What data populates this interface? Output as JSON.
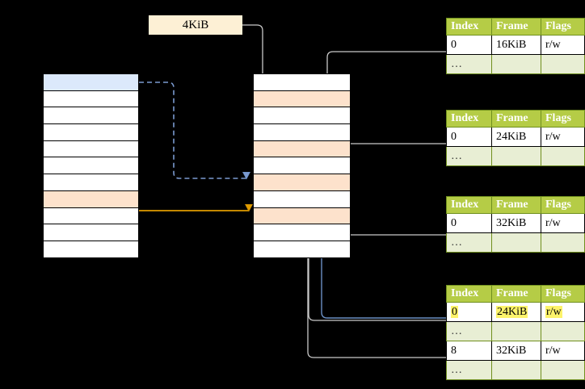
{
  "labels": {
    "page_size": "4KiB"
  },
  "virtual_column": {
    "name": "virtual-address-space",
    "row_count": 11,
    "rows": [
      {
        "fill": "blue"
      },
      {
        "fill": "white"
      },
      {
        "fill": "white"
      },
      {
        "fill": "white"
      },
      {
        "fill": "white"
      },
      {
        "fill": "white"
      },
      {
        "fill": "white"
      },
      {
        "fill": "peach"
      },
      {
        "fill": "white"
      },
      {
        "fill": "white"
      },
      {
        "fill": "white"
      }
    ]
  },
  "physical_column": {
    "name": "physical-memory",
    "row_count": 11,
    "rows": [
      {
        "fill": "white"
      },
      {
        "fill": "peach"
      },
      {
        "fill": "white"
      },
      {
        "fill": "white"
      },
      {
        "fill": "peach"
      },
      {
        "fill": "white"
      },
      {
        "fill": "peach"
      },
      {
        "fill": "white"
      },
      {
        "fill": "peach"
      },
      {
        "fill": "white"
      },
      {
        "fill": "white"
      }
    ]
  },
  "tables": [
    {
      "id": "page-table-1",
      "headers": [
        "Index",
        "Frame",
        "Flags"
      ],
      "rows": [
        {
          "cells": [
            "0",
            "16KiB",
            "r/w"
          ],
          "ellipsis": false,
          "highlight": []
        },
        {
          "cells": [
            "…",
            "",
            ""
          ],
          "ellipsis": true,
          "highlight": []
        }
      ]
    },
    {
      "id": "page-table-2",
      "headers": [
        "Index",
        "Frame",
        "Flags"
      ],
      "rows": [
        {
          "cells": [
            "0",
            "24KiB",
            "r/w"
          ],
          "ellipsis": false,
          "highlight": []
        },
        {
          "cells": [
            "…",
            "",
            ""
          ],
          "ellipsis": true,
          "highlight": []
        }
      ]
    },
    {
      "id": "page-table-3",
      "headers": [
        "Index",
        "Frame",
        "Flags"
      ],
      "rows": [
        {
          "cells": [
            "0",
            "32KiB",
            "r/w"
          ],
          "ellipsis": false,
          "highlight": []
        },
        {
          "cells": [
            "…",
            "",
            ""
          ],
          "ellipsis": true,
          "highlight": []
        }
      ]
    },
    {
      "id": "page-table-4",
      "headers": [
        "Index",
        "Frame",
        "Flags"
      ],
      "rows": [
        {
          "cells": [
            "0",
            "24KiB",
            "r/w"
          ],
          "ellipsis": false,
          "highlight": [
            0,
            1,
            2
          ]
        },
        {
          "cells": [
            "…",
            "",
            ""
          ],
          "ellipsis": true,
          "highlight": []
        },
        {
          "cells": [
            "8",
            "32KiB",
            "r/w"
          ],
          "ellipsis": false,
          "highlight": []
        },
        {
          "cells": [
            "…",
            "",
            ""
          ],
          "ellipsis": true,
          "highlight": []
        }
      ]
    }
  ],
  "colors": {
    "background": "#000000",
    "table_header": "#b5cc46",
    "table_ellipsis": "#e8eed4",
    "highlight_yellow": "#fdf36a",
    "row_blue": "#dce9fb",
    "row_peach": "#fde2cc",
    "label_cream": "#fdf0d5",
    "arrow_blue": "#6b8fc4",
    "arrow_orange": "#e09c00",
    "arrow_gray": "#c8c8c8"
  }
}
